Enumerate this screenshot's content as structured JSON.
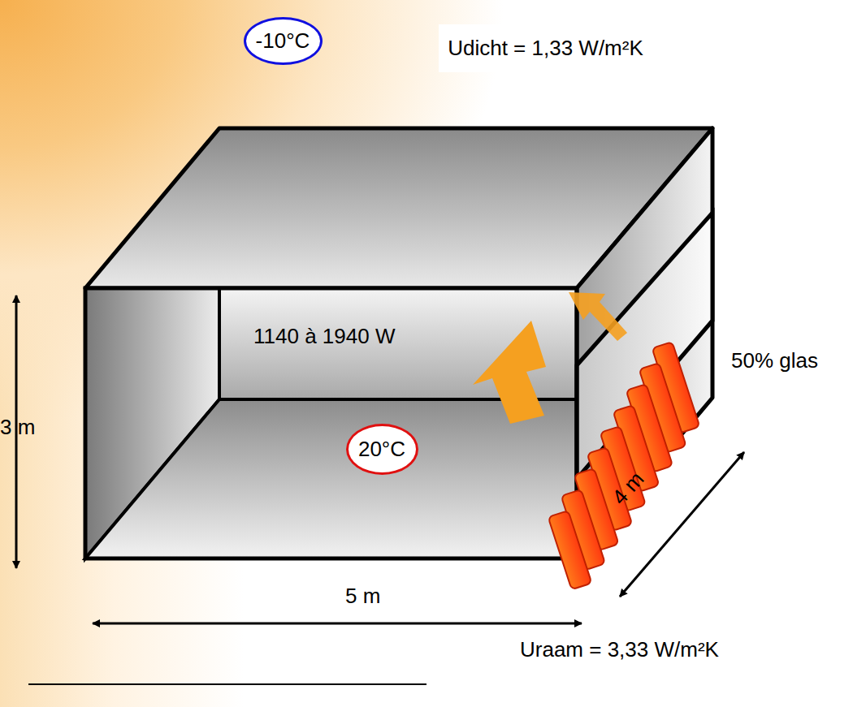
{
  "diagram": {
    "nodes": [
      {
        "text": [
          "-10°C"
        ]
      },
      {
        "text": [
          "Udicht = 1,33 W/m²K"
        ]
      },
      {
        "text": [
          "20°C"
        ]
      }
    ],
    "labels": [
      "1140 à 1940 W",
      "50% glas",
      "3 m",
      "5 m",
      "4 m",
      "Uraam = 3,33 W/m²K"
    ]
  }
}
